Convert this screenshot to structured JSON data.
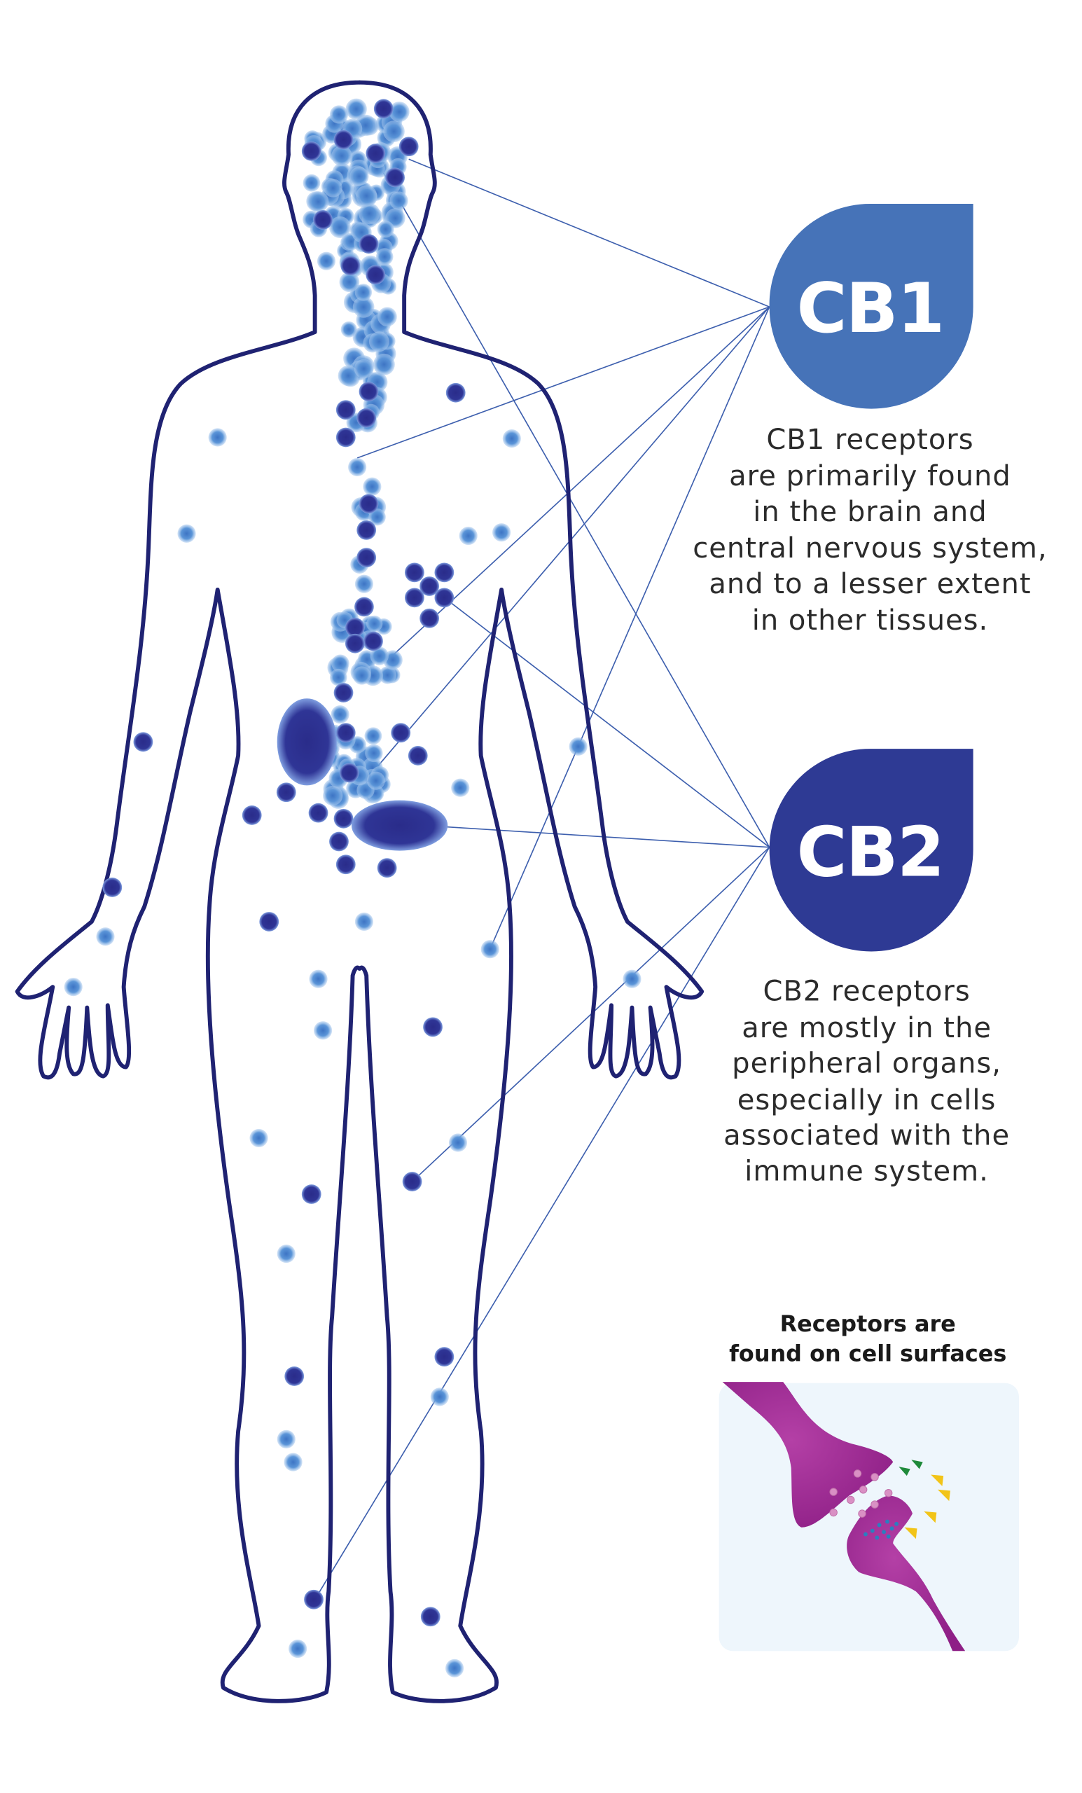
{
  "cb1": {
    "label": "CB1",
    "color": "#4673b8",
    "description": [
      "CB1 receptors",
      "are primarily found",
      "in the brain and",
      "central nervous system,",
      "and to a lesser extent",
      "in other tissues."
    ]
  },
  "cb2": {
    "label": "CB2",
    "color": "#2e3a94",
    "description": [
      "CB2 receptors",
      "are mostly in the",
      "peripheral organs,",
      "especially in cells",
      "associated with the",
      "immune system."
    ]
  },
  "inset": {
    "heading": [
      "Receptors are",
      "found on cell surfaces"
    ],
    "panel_color": "#eef6fc",
    "neuron_color": "#a0278f"
  },
  "body": {
    "outline_color": "#1f2272",
    "dot_dark_color": "#2b2f8f",
    "dot_light_color": "#4d8ad4"
  }
}
